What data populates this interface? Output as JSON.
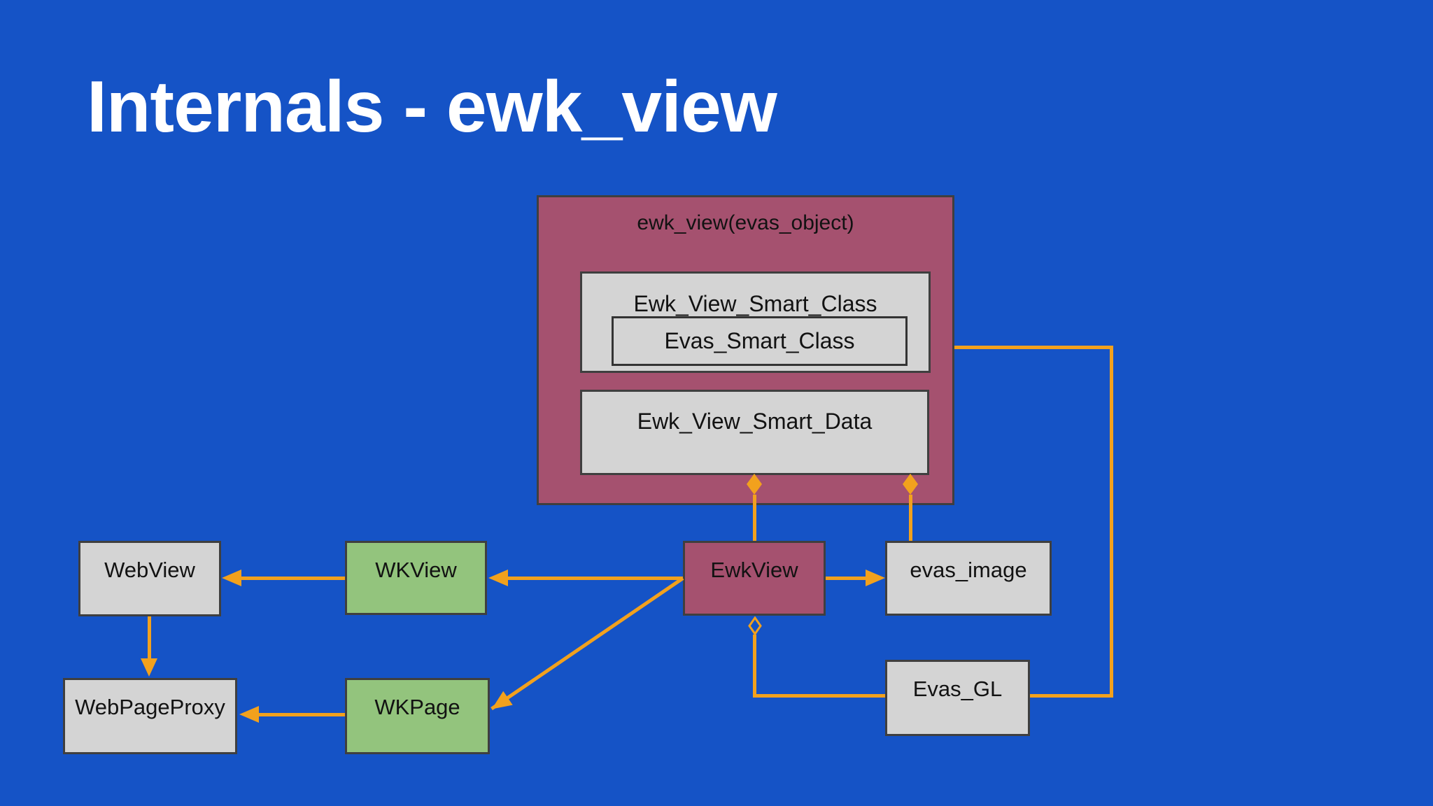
{
  "slide": {
    "title": "Internals - ewk_view"
  },
  "diagram": {
    "container_box": {
      "label": "ewk_view(evas_object)"
    },
    "inner_boxes": {
      "smart_class": {
        "label": "Ewk_View_Smart_Class"
      },
      "evas_smart_class": {
        "label": "Evas_Smart_Class"
      },
      "smart_data": {
        "label": "Ewk_View_Smart_Data"
      }
    },
    "nodes": {
      "webview": {
        "label": "WebView",
        "fill": "gray"
      },
      "wkview": {
        "label": "WKView",
        "fill": "green"
      },
      "ewkview": {
        "label": "EwkView",
        "fill": "maroon"
      },
      "evas_image": {
        "label": "evas_image",
        "fill": "gray"
      },
      "webpageproxy": {
        "label": "WebPageProxy",
        "fill": "gray"
      },
      "wkpage": {
        "label": "WKPage",
        "fill": "green"
      },
      "evas_gl": {
        "label": "Evas_GL",
        "fill": "gray"
      }
    },
    "connections": [
      {
        "from": "ewkview",
        "to": "wkview",
        "type": "arrow"
      },
      {
        "from": "wkview",
        "to": "webview",
        "type": "arrow"
      },
      {
        "from": "webview",
        "to": "webpageproxy",
        "type": "arrow"
      },
      {
        "from": "wkpage",
        "to": "webpageproxy",
        "type": "arrow"
      },
      {
        "from": "ewkview",
        "to": "wkpage",
        "type": "arrow"
      },
      {
        "from": "ewkview",
        "to": "evas_image",
        "type": "arrow"
      },
      {
        "from": "ewkview",
        "to": "smart_data",
        "type": "diamond-filled"
      },
      {
        "from": "evas_image",
        "to": "smart_data",
        "type": "diamond-filled"
      },
      {
        "from": "ewkview",
        "to": "evas_gl",
        "type": "diamond-hollow"
      },
      {
        "from": "evas_gl",
        "to": "container_box",
        "type": "line"
      }
    ],
    "colors": {
      "bg": "#1553c6",
      "maroon": "#a5516f",
      "gray": "#d4d4d4",
      "green": "#93c47d",
      "orange": "#f2a11d",
      "border": "#3f3f3f",
      "title_text": "#ffffff",
      "label_text": "#121212"
    }
  }
}
